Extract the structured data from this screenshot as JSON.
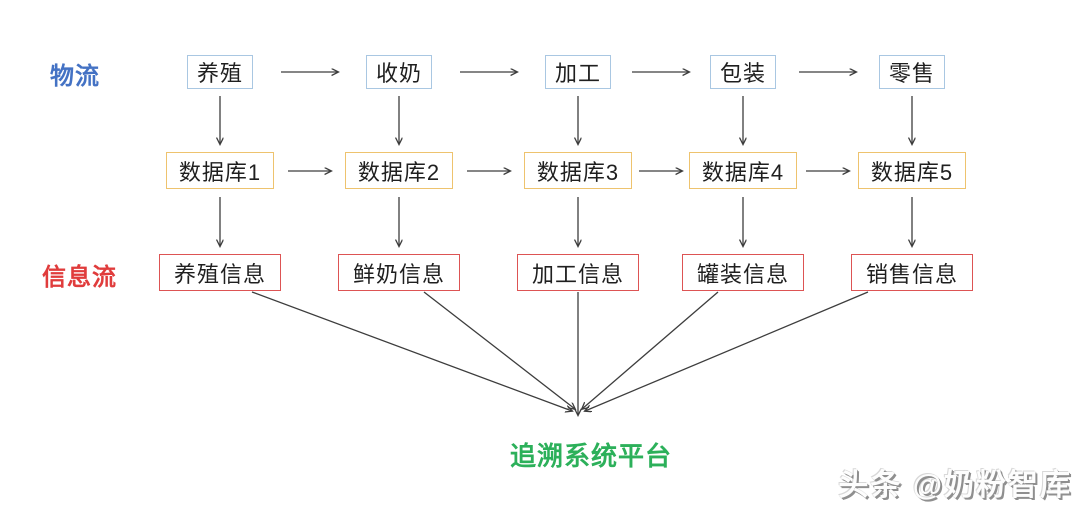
{
  "labels": {
    "logistics": "物流",
    "information_flow": "信息流"
  },
  "logistics_stages": [
    "养殖",
    "收奶",
    "加工",
    "包装",
    "零售"
  ],
  "databases": [
    "数据库1",
    "数据库2",
    "数据库3",
    "数据库4",
    "数据库5"
  ],
  "information_boxes": [
    "养殖信息",
    "鲜奶信息",
    "加工信息",
    "罐装信息",
    "销售信息"
  ],
  "platform": {
    "label": "追溯系统平台"
  },
  "watermark": {
    "text": "头条 @奶粉智库"
  },
  "colors": {
    "logistics_label": "#4472c4",
    "stage_box_border": "#a9c7e2",
    "database_box_border": "#eec36e",
    "information_label": "#e03c3c",
    "information_box_border": "#dd5454",
    "platform_text": "#2cb05a",
    "arrow": "#3d3d3d",
    "watermark_shadow": "#8f8f8f"
  }
}
